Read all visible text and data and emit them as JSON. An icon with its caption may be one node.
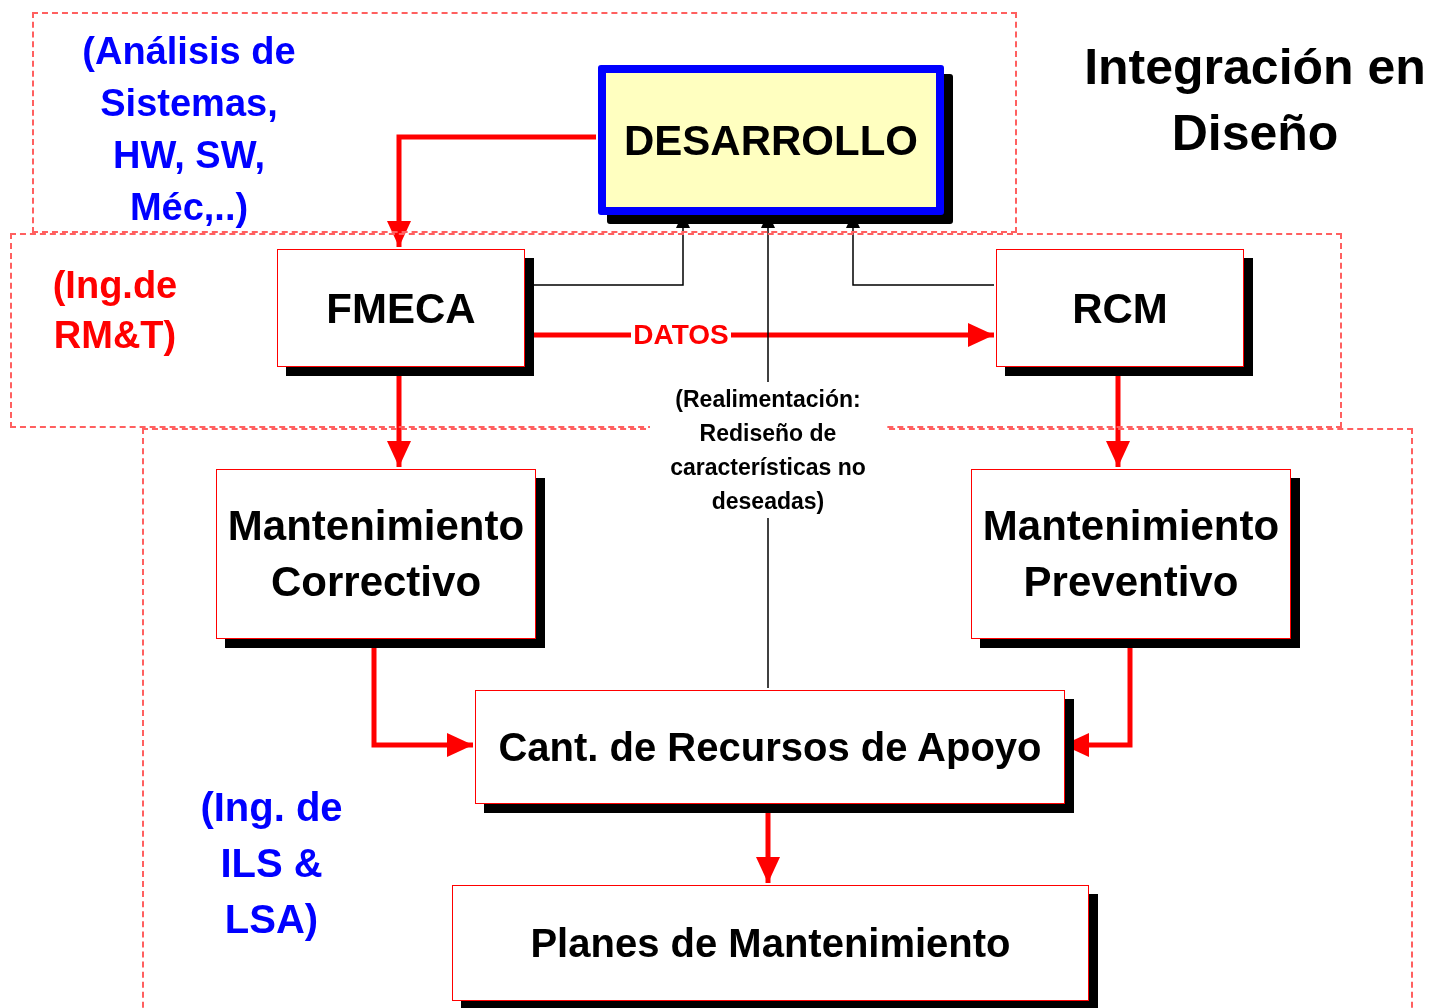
{
  "diagram": {
    "title": "Integración en Diseño",
    "nodes": [
      {
        "text": [
          "(Análisis de Sistemas, HW, SW, Méc,..)"
        ]
      },
      {
        "text": [
          "DESARROLLO"
        ],
        "in": 0
      },
      {
        "text": [
          "(Ing.de RM&T)"
        ]
      },
      {
        "text": [
          "FMECA"
        ],
        "in": 2
      },
      {
        "text": [
          "RCM"
        ],
        "in": 2
      },
      {
        "text": [
          "(Ing. de ILS & LSA)"
        ]
      },
      {
        "text": [
          "Mantenimiento Correctivo"
        ],
        "in": 5
      },
      {
        "text": [
          "Mantenimiento Preventivo"
        ],
        "in": 5
      },
      {
        "text": [
          "Cant. de Recursos de Apoyo"
        ],
        "in": 5
      },
      {
        "text": [
          "Planes de Mantenimiento"
        ],
        "in": 5
      }
    ],
    "edges": [
      {
        "from": 1,
        "to": 3,
        "arrow": "to"
      },
      {
        "from": 3,
        "to": 4,
        "arrow": "to",
        "label": "DATOS"
      },
      {
        "from": 3,
        "to": 1,
        "arrow": "to",
        "color": "#000000"
      },
      {
        "from": 4,
        "to": 1,
        "arrow": "to",
        "color": "#000000"
      },
      {
        "from": 8,
        "to": 1,
        "arrow": "to",
        "color": "#000000",
        "label": "(Realimentación: Rediseño de características no deseadas)"
      },
      {
        "from": 3,
        "to": 6,
        "arrow": "to"
      },
      {
        "from": 4,
        "to": 7,
        "arrow": "to"
      },
      {
        "from": 6,
        "to": 8,
        "arrow": "to"
      },
      {
        "from": 7,
        "to": 8,
        "arrow": "to"
      },
      {
        "from": 8,
        "to": 9,
        "arrow": "to"
      }
    ]
  }
}
